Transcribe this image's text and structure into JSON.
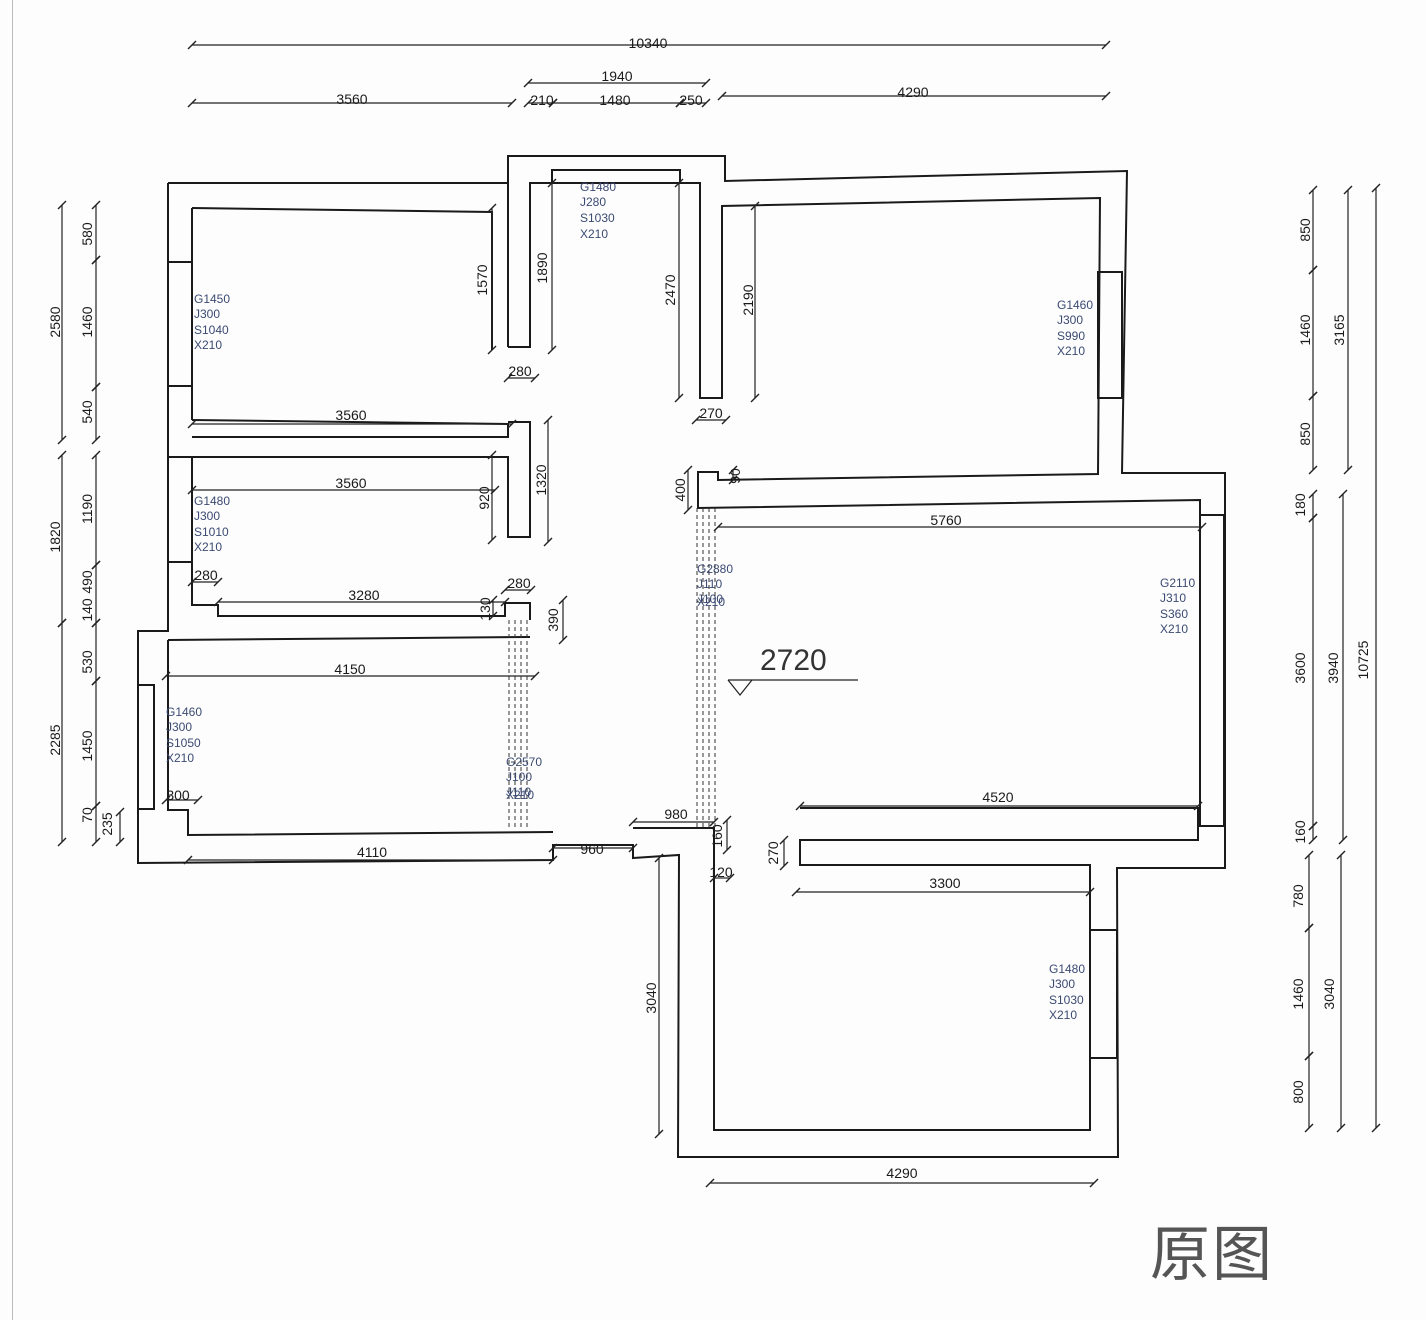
{
  "title": "原图",
  "elevation_mark": "2720",
  "dimensions_top": [
    "10340",
    "1940",
    "3560",
    "210",
    "1480",
    "250",
    "4290"
  ],
  "dimensions_left": [
    "2580",
    "580",
    "1460",
    "540",
    "1820",
    "1190",
    "140",
    "490",
    "2285",
    "530",
    "1450",
    "70",
    "235"
  ],
  "dimensions_right": [
    "850",
    "1460",
    "850",
    "3165",
    "180",
    "3600",
    "160",
    "3940",
    "10725",
    "780",
    "1460",
    "800",
    "3040"
  ],
  "dimensions_interior": [
    "1570",
    "1890",
    "2470",
    "2190",
    "280",
    "270",
    "3560",
    "3560",
    "1320",
    "920",
    "400",
    "90",
    "5760",
    "280",
    "280",
    "3280",
    "130",
    "390",
    "4150",
    "300",
    "4110",
    "960",
    "980",
    "160",
    "120",
    "270",
    "4520",
    "3300",
    "3040",
    "4290"
  ],
  "windows": [
    {
      "lines": [
        "G1480",
        "J280",
        "S1030",
        "X210"
      ]
    },
    {
      "lines": [
        "G1450",
        "J300",
        "S1040",
        "X210"
      ]
    },
    {
      "lines": [
        "G1460",
        "J300",
        "S990",
        "X210"
      ]
    },
    {
      "lines": [
        "G1480",
        "J300",
        "S1010",
        "X210"
      ]
    },
    {
      "lines": [
        "G2110",
        "J310",
        "S360",
        "X210"
      ]
    },
    {
      "lines": [
        "G1460",
        "J300",
        "S1050",
        "X210"
      ]
    },
    {
      "lines": [
        "G1480",
        "J300",
        "S1030",
        "X210"
      ]
    },
    {
      "lines": [
        "G2880",
        "J110",
        "J100",
        "X210"
      ]
    },
    {
      "lines": [
        "G2570",
        "J100",
        "J110",
        "X210"
      ]
    }
  ]
}
